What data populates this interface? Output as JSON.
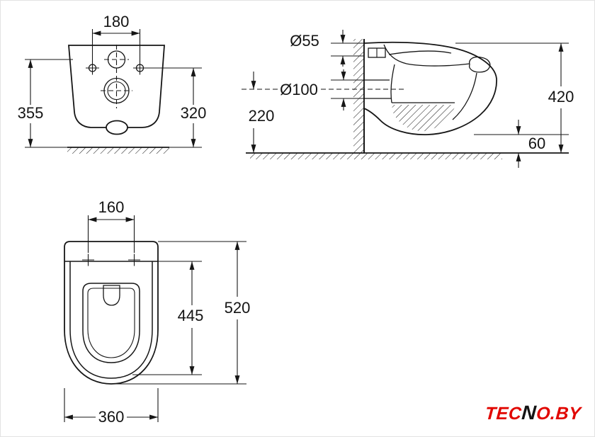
{
  "drawing": {
    "line_color": "#161616",
    "background": "#ffffff"
  },
  "front_view": {
    "hole_spacing": "180",
    "height_left": "355",
    "height_right": "320"
  },
  "side_view": {
    "inlet_diameter": "Ø55",
    "outlet_diameter": "Ø100",
    "outlet_center_height": "220",
    "overall_height": "420",
    "bottom_clearance": "60"
  },
  "top_view": {
    "hole_spacing": "160",
    "inner_depth": "445",
    "overall_depth": "520",
    "overall_width": "360"
  },
  "logo": {
    "part1": "TEC",
    "part2": "N",
    "part3": "O.BY",
    "accent_color": "#e10600",
    "dark_color": "#141414"
  }
}
